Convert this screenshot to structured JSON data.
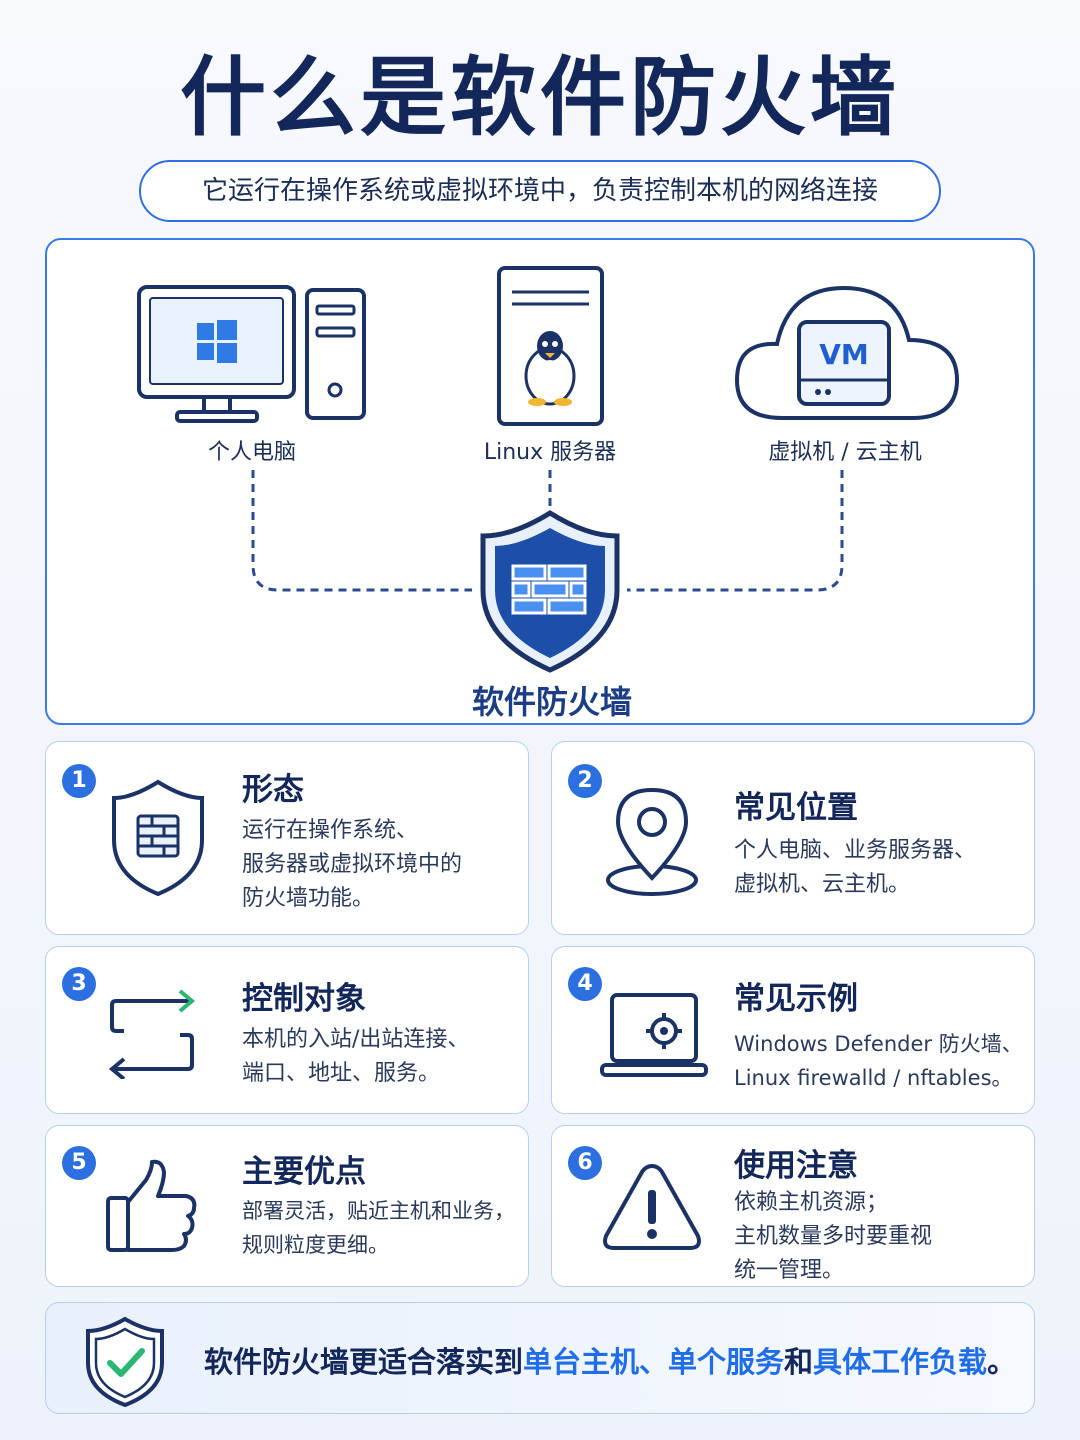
{
  "title": "什么是软件防火墙",
  "subtitle": "它运行在操作系统或虚拟环境中，负责控制本机的网络连接",
  "diagram": {
    "nodes": {
      "pc": "个人电脑",
      "linux": "Linux 服务器",
      "vm": "虚拟机 / 云主机"
    },
    "vm_badge": "VM",
    "firewall": "软件防火墙"
  },
  "cards": [
    {
      "num": "1",
      "title": "形态",
      "lines": [
        "运行在操作系统、",
        "服务器或虚拟环境中的",
        "防火墙功能。"
      ],
      "icon": "shield-firewall-icon"
    },
    {
      "num": "2",
      "title": "常见位置",
      "lines": [
        "个人电脑、业务服务器、",
        "虚拟机、云主机。"
      ],
      "icon": "location-pin-icon"
    },
    {
      "num": "3",
      "title": "控制对象",
      "lines": [
        "本机的入站/出站连接、",
        "端口、地址、服务。"
      ],
      "icon": "arrows-exchange-icon"
    },
    {
      "num": "4",
      "title": "常见示例",
      "lines": [
        "Windows Defender 防火墙、",
        "Linux firewalld / nftables。"
      ],
      "icon": "laptop-gear-icon"
    },
    {
      "num": "5",
      "title": "主要优点",
      "lines": [
        "部署灵活，贴近主机和业务，",
        "规则粒度更细。"
      ],
      "icon": "thumbs-up-icon"
    },
    {
      "num": "6",
      "title": "使用注意",
      "lines": [
        "依赖主机资源；",
        "主机数量多时要重视",
        "统一管理。"
      ],
      "icon": "warning-icon"
    }
  ],
  "summary": {
    "part1": "软件防火墙更适合落实到",
    "hl1": "单台主机、单个服务",
    "part2": "和",
    "hl2": "具体工作负载",
    "part3": "。"
  },
  "colors": {
    "accent": "#2c6fe0",
    "navy": "#13275a",
    "highlight": "#1f6ee8",
    "check": "#2bb673"
  }
}
